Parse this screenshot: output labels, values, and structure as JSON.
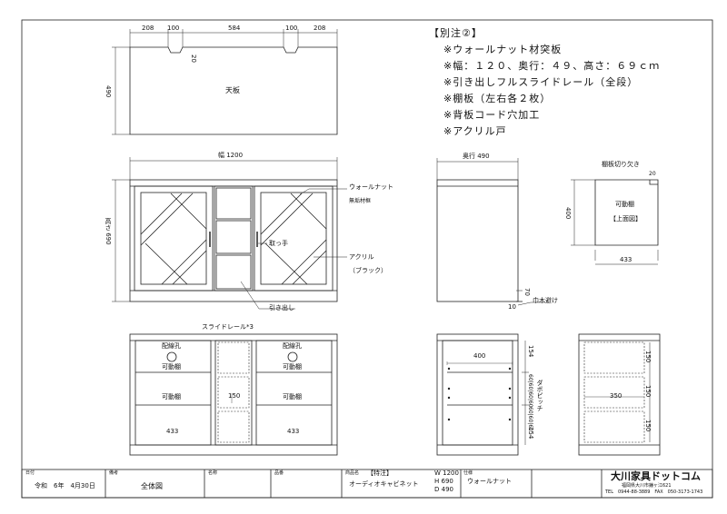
{
  "notes": {
    "header": "【別注②】",
    "items": [
      "※ウォールナット材突板",
      "※幅：１２０、奥行：４９、高さ：６９ｃｍ",
      "※引き出しフルスライドレール（全段）",
      "※棚板（左右各２枚）",
      "※背板コード穴加工",
      "※アクリル戸"
    ]
  },
  "top_view": {
    "dims": [
      "208",
      "100",
      "584",
      "100",
      "208"
    ],
    "notch_depth": "20",
    "depth": "490",
    "label": "天板"
  },
  "front_view": {
    "width_label": "幅 1200",
    "height_label": "高さ 690",
    "callouts": {
      "walnut": "ウォールナット",
      "solid_frame": "無垢材框",
      "handle": "取っ手",
      "acrylic": "アクリル",
      "black": "（ブラック）",
      "drawer": "引き出し"
    }
  },
  "side_view": {
    "depth_label": "奥行 490",
    "skirt": "70",
    "offset": "10",
    "skirt_note": "巾木避け"
  },
  "shelf_detail": {
    "title": "棚板切り欠き",
    "notch": "20",
    "label": "可動棚",
    "sub": "【上面図】",
    "depth": "400",
    "width": "433"
  },
  "internal_view": {
    "rail_label": "スライドレール*3",
    "wiring_hole": "配線孔",
    "movable_shelf": "可動棚",
    "drawer_height": "150",
    "inner_width": "433"
  },
  "section_view": {
    "shelf_depth": "400",
    "pitch_top": "154",
    "pitch_mid": "60|60|60|60",
    "pitch_mid2": "60|60|60",
    "pitch_bottom": "154",
    "pitch_label": "ダボピッチ"
  },
  "drawer_section": {
    "d1": "150",
    "d2": "150",
    "d3": "150",
    "inner": "350"
  },
  "title_block": {
    "date_label": "日付",
    "date_value": "令和　6年　4月30日",
    "remarks_label": "備考",
    "remarks_value": "全体図",
    "name_label": "名称",
    "item_label": "品番",
    "product_label": "商品名",
    "product_tag": "【特注】",
    "product_value": "オーディオキャビネット",
    "w": "W 1200",
    "h": "H  690",
    "d": "D  490",
    "spec_label": "仕様",
    "spec_value": "ウォールナット",
    "company": "大川家具ドットコム",
    "address": "福岡県大川市鐘ヶ江621",
    "tel": "TEL　0944-88-3889　FAX　050-3173-1743"
  }
}
